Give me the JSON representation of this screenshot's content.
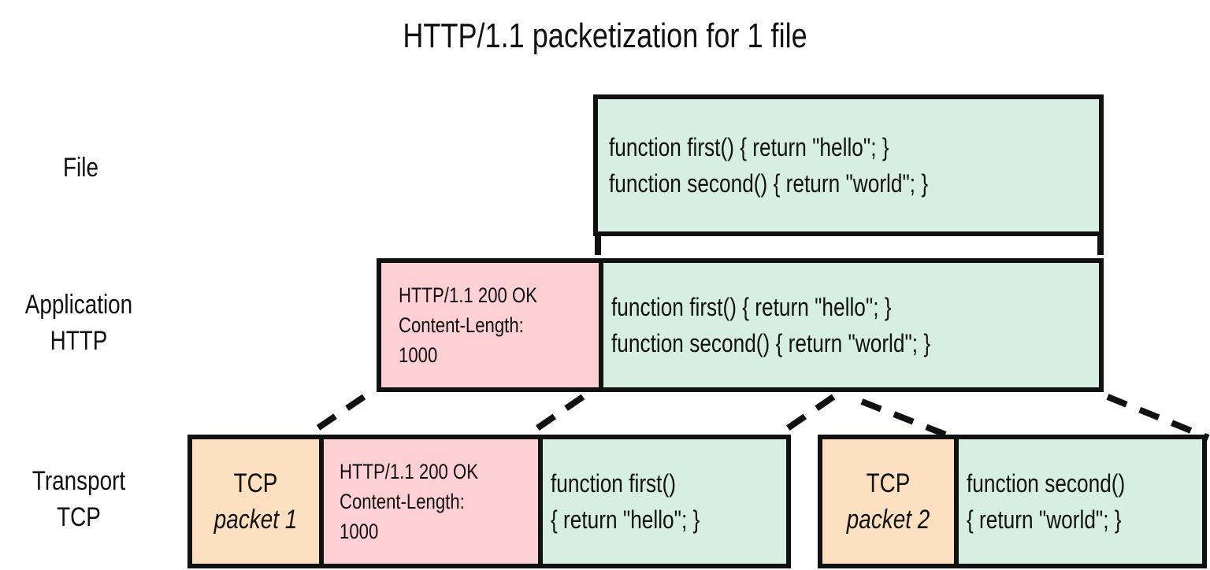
{
  "title": "HTTP/1.1 packetization for 1 file",
  "labels": {
    "file": "File",
    "application": [
      "Application",
      "HTTP"
    ],
    "transport": [
      "Transport",
      "TCP"
    ]
  },
  "file_box": {
    "lines": [
      "function first() { return \"hello\"; }",
      "function second() { return \"world\"; }"
    ]
  },
  "http_box": {
    "header": [
      "HTTP/1.1 200 OK",
      "Content-Length:",
      "1000"
    ],
    "body": [
      "function first() { return \"hello\"; }",
      "function second() { return \"world\"; }"
    ]
  },
  "tcp_packets": [
    {
      "tcp": [
        "TCP",
        "packet 1"
      ],
      "header": [
        "HTTP/1.1 200 OK",
        "Content-Length:",
        "1000"
      ],
      "body": [
        "function first()",
        "{ return \"hello\"; }"
      ]
    },
    {
      "tcp": [
        "TCP",
        "packet 2"
      ],
      "body": [
        "function second()",
        "{ return \"world\"; }"
      ]
    }
  ],
  "colors": {
    "payload": "#d6efe2",
    "http_header": "#fdd0d3",
    "tcp_header": "#fde0c0",
    "border": "#111111"
  }
}
